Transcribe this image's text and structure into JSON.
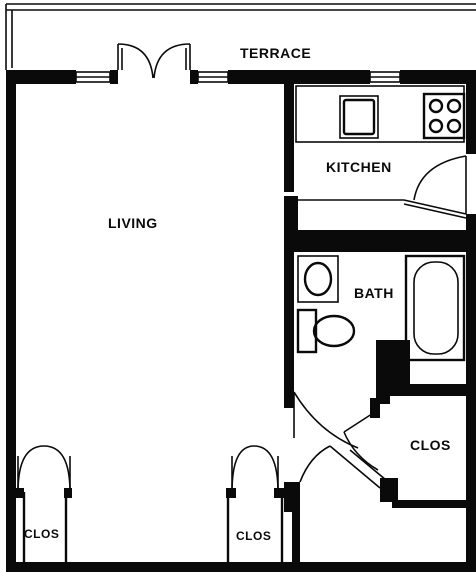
{
  "plan": {
    "labels": {
      "terrace": "TERRACE",
      "living": "LIVING",
      "kitchen": "KITCHEN",
      "bath": "BATH",
      "clos_right": "CLOS",
      "clos_left": "CLOS",
      "clos_center": "CLOS"
    }
  }
}
